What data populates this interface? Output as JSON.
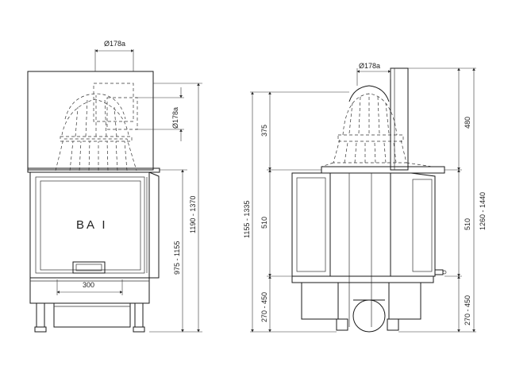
{
  "front_view": {
    "label": "BA I",
    "flue_diameter": "Ø178a",
    "flue_diameter_side": "Ø178a",
    "width_dim": "300",
    "height_dim_1": "975 - 1155",
    "height_dim_2": "1190 - 1370"
  },
  "side_view": {
    "flue_diameter": "Ø178a",
    "left_top_dim": "375",
    "left_mid_dim": "510",
    "left_bottom_dim": "270 - 450",
    "left_total_dim": "1155 - 1335",
    "right_top_dim": "480",
    "right_mid_dim": "510",
    "right_bottom_dim": "270 - 450",
    "right_total_dim": "1260 - 1440"
  }
}
